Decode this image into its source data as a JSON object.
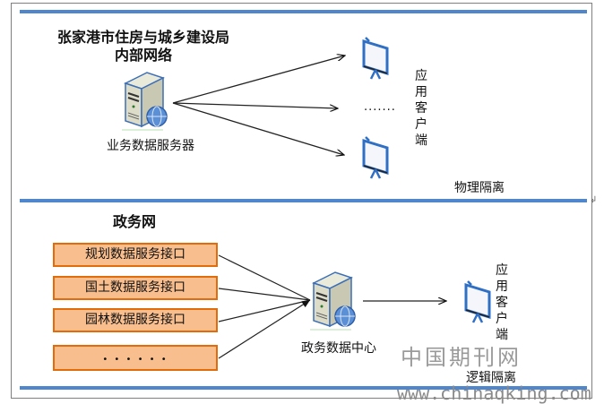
{
  "top_section": {
    "title_line1": "张家港市住房与城乡建设局",
    "title_line2": "内部网络",
    "server_label": "业务数据服务器",
    "ellipsis": ".......",
    "client_label_chars": [
      "应",
      "用",
      "客",
      "户",
      "端"
    ],
    "isolation_label": "物理隔离"
  },
  "bottom_section": {
    "title": "政务网",
    "interfaces": [
      {
        "label": "规划数据服务接口"
      },
      {
        "label": "国土数据服务接口"
      },
      {
        "label": "园林数据服务接口"
      },
      {
        "label": "• • • • • •"
      }
    ],
    "data_center_label": "政务数据中心",
    "client_label_chars": [
      "应",
      "用",
      "客",
      "户",
      "端"
    ],
    "isolation_label": "逻辑隔离"
  },
  "watermark": {
    "name": "中国期刊网",
    "url": "www.chinaqking.com"
  },
  "colors": {
    "rule": "#4f86cc",
    "box_fill": "#f9be8e",
    "box_border": "#e36c0a"
  }
}
